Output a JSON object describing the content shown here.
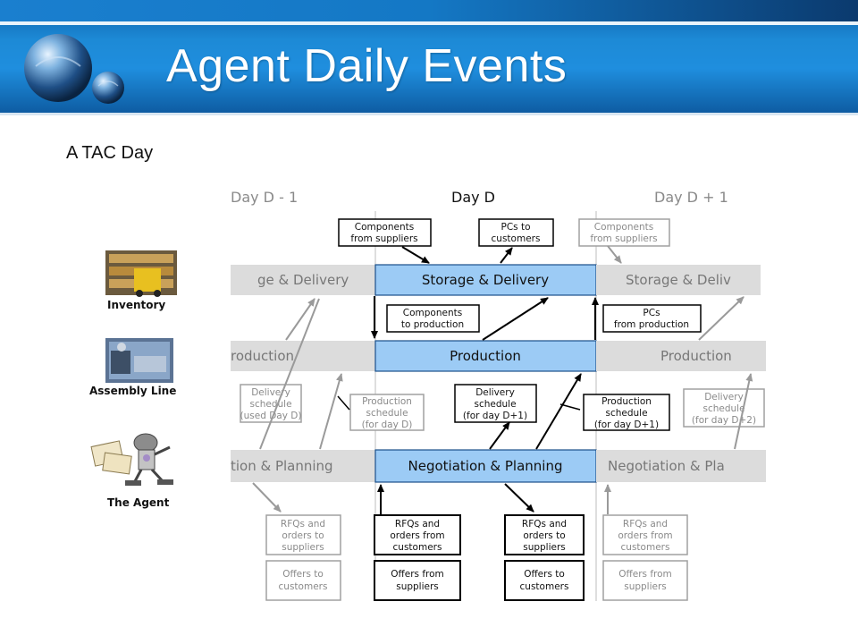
{
  "slide": {
    "title": "Agent Daily Events",
    "subtitle": "A TAC Day"
  },
  "diagram": {
    "days": [
      "Day D - 1",
      "Day D",
      "Day D + 1"
    ],
    "lanes": {
      "storage": {
        "prev": "ge & Delivery",
        "current": "Storage & Delivery",
        "next": "Storage & Deliv"
      },
      "production": {
        "prev": "roduction",
        "current": "Production",
        "next": "Production"
      },
      "negotiation": {
        "prev": "tion & Planning",
        "current": "Negotiation & Planning",
        "next": "Negotiation & Pla"
      }
    },
    "sidebar": {
      "inventory": "Inventory",
      "assembly": "Assembly Line",
      "agent": "The Agent"
    },
    "boxes": {
      "components_from_suppliers": [
        "Components",
        "from suppliers"
      ],
      "pcs_to_customers": [
        "PCs to",
        "customers"
      ],
      "components_from_suppliers_next": [
        "Components",
        "from suppliers"
      ],
      "components_to_production": [
        "Components",
        "to production"
      ],
      "pcs_from_production": [
        "PCs",
        "from production"
      ],
      "delivery_schedule_prev": [
        "Delivery",
        "schedule",
        "(used Day D)"
      ],
      "production_schedule_d": [
        "Production",
        "schedule",
        "(for day D)"
      ],
      "delivery_schedule_d1": [
        "Delivery",
        "schedule",
        "(for day D+1)"
      ],
      "production_schedule_d1": [
        "Production",
        "schedule",
        "(for day D+1)"
      ],
      "delivery_schedule_d2": [
        "Delivery",
        "schedule",
        "(for day D+2)"
      ],
      "rfq_prev": [
        "RFQs and",
        "orders to",
        "suppliers"
      ],
      "offers_customers_prev": [
        "Offers to",
        "customers"
      ],
      "rfq_from_customers": [
        "RFQs and",
        "orders from",
        "customers"
      ],
      "offers_from_suppliers": [
        "Offers from",
        "suppliers"
      ],
      "rfq_to_suppliers": [
        "RFQs and",
        "orders to",
        "suppliers"
      ],
      "offers_to_customers": [
        "Offers to",
        "customers"
      ],
      "rfq_next": [
        "RFQs and",
        "orders from",
        "customers"
      ],
      "offers_suppliers_next": [
        "Offers from",
        "suppliers"
      ]
    }
  }
}
